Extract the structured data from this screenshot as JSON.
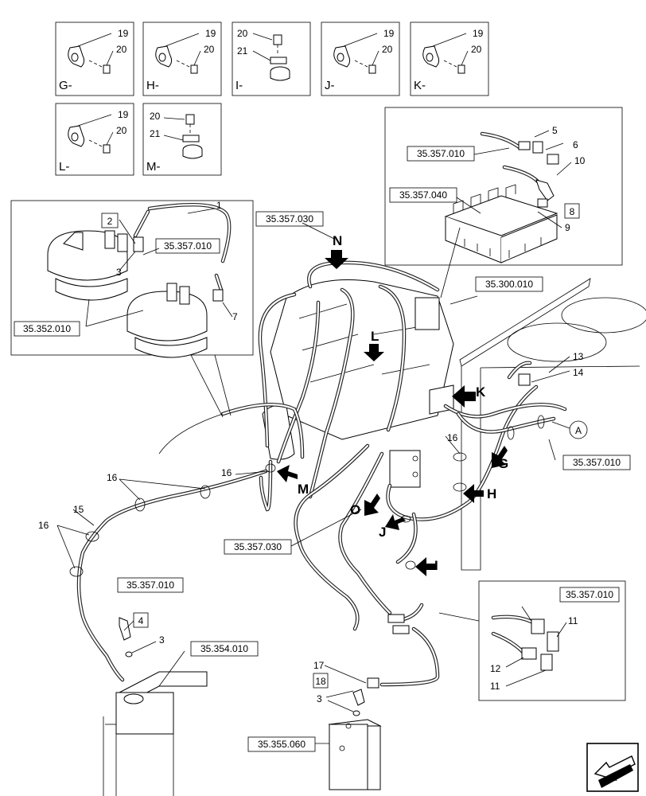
{
  "details": [
    {
      "id": "G",
      "letter": "G-",
      "nums": [
        "19",
        "20"
      ]
    },
    {
      "id": "H",
      "letter": "H-",
      "nums": [
        "19",
        "20"
      ]
    },
    {
      "id": "I",
      "letter": "I-",
      "nums": [
        "20",
        "21"
      ]
    },
    {
      "id": "J",
      "letter": "J-",
      "nums": [
        "19",
        "20"
      ]
    },
    {
      "id": "K",
      "letter": "K-",
      "nums": [
        "19",
        "20"
      ]
    },
    {
      "id": "L",
      "letter": "L-",
      "nums": [
        "19",
        "20"
      ]
    },
    {
      "id": "M",
      "letter": "M-",
      "nums": [
        "20",
        "21"
      ]
    }
  ],
  "refs": {
    "r1": "35.357.010",
    "r2": "35.357.040",
    "r3": "35.357.030",
    "r4": "35.357.010",
    "r5": "35.352.010",
    "r6": "35.300.010",
    "r7": "35.357.010",
    "r8": "35.357.030",
    "r9": "35.357.010",
    "r10": "35.354.010",
    "r11": "35.357.010",
    "r12": "35.355.060"
  },
  "boxed": {
    "b8": "8",
    "b2": "2",
    "b4": "4",
    "b18": "18"
  },
  "circled": {
    "A": "A"
  },
  "arrows": {
    "N": "N",
    "L": "L",
    "K": "K",
    "M": "M",
    "G": "G",
    "H": "H",
    "O": "O",
    "J": "J",
    "I": "I"
  },
  "callouts": {
    "c5": "5",
    "c6": "6",
    "c10": "10",
    "c9": "9",
    "c1": "1",
    "c3a": "3",
    "c7": "7",
    "c13": "13",
    "c14": "14",
    "c16a": "16",
    "c16b": "16",
    "c16c": "16",
    "c16d": "16",
    "c15": "15",
    "c3b": "3",
    "c11a": "11",
    "c12": "12",
    "c11b": "11",
    "c17": "17",
    "c3c": "3"
  }
}
